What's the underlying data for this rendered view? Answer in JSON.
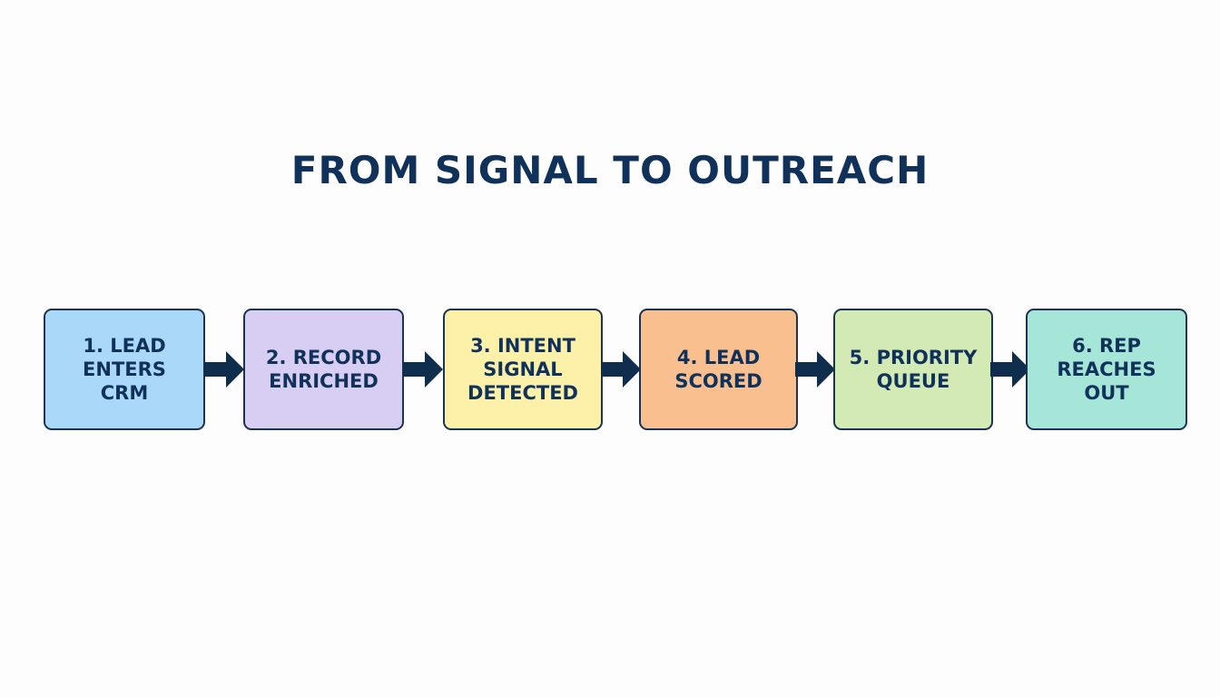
{
  "title": "FROM SIGNAL TO OUTREACH",
  "colors": {
    "title": "#10325a",
    "border": "#1c3350",
    "arrow": "#0f2d4d"
  },
  "steps": [
    {
      "label": "1. LEAD\nENTERS\nCRM",
      "color": "#a9d8f8"
    },
    {
      "label": "2. RECORD\nENRICHED",
      "color": "#d8cef3"
    },
    {
      "label": "3. INTENT\nSIGNAL\nDETECTED",
      "color": "#fdf0a8"
    },
    {
      "label": "4. LEAD\nSCORED",
      "color": "#f9bf8f"
    },
    {
      "label": "5. PRIORITY\nQUEUE",
      "color": "#d3eab4"
    },
    {
      "label": "6. REP\nREACHES\nOUT",
      "color": "#a6e6d9"
    }
  ],
  "connector_icon": "right-arrow-icon"
}
